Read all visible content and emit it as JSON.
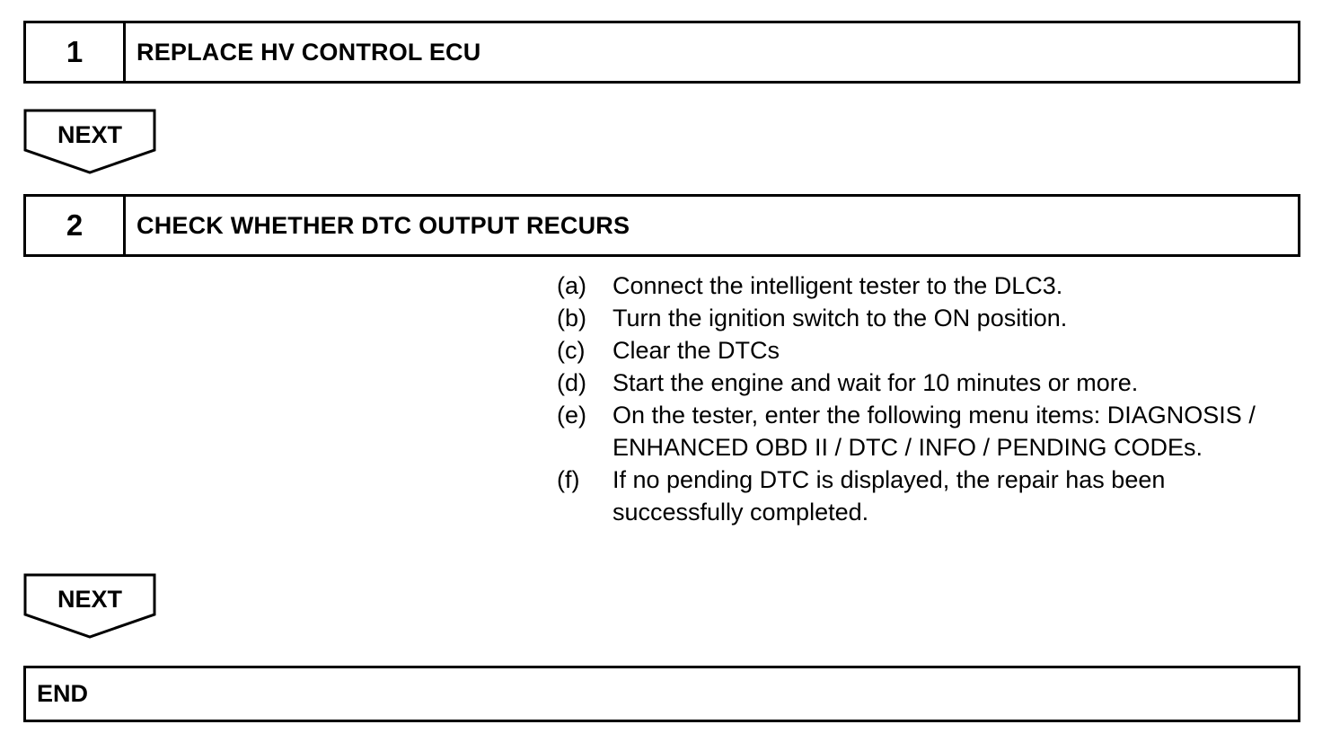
{
  "steps": [
    {
      "number": "1",
      "title": "REPLACE HV CONTROL ECU"
    },
    {
      "number": "2",
      "title": "CHECK WHETHER DTC OUTPUT RECURS"
    }
  ],
  "next_label": "NEXT",
  "instructions": [
    {
      "mark": "(a)",
      "text": "Connect the intelligent tester to the DLC3."
    },
    {
      "mark": "(b)",
      "text": "Turn the ignition switch to the ON position."
    },
    {
      "mark": "(c)",
      "text": "Clear the DTCs"
    },
    {
      "mark": "(d)",
      "text": "Start the engine and wait for 10 minutes or more."
    },
    {
      "mark": "(e)",
      "text": "On the tester, enter the following menu items: DIAGNOSIS / ENHANCED OBD II / DTC / INFO / PENDING CODEs."
    },
    {
      "mark": "(f)",
      "text": "If no pending DTC is displayed, the repair has been successfully completed."
    }
  ],
  "end_label": "END"
}
